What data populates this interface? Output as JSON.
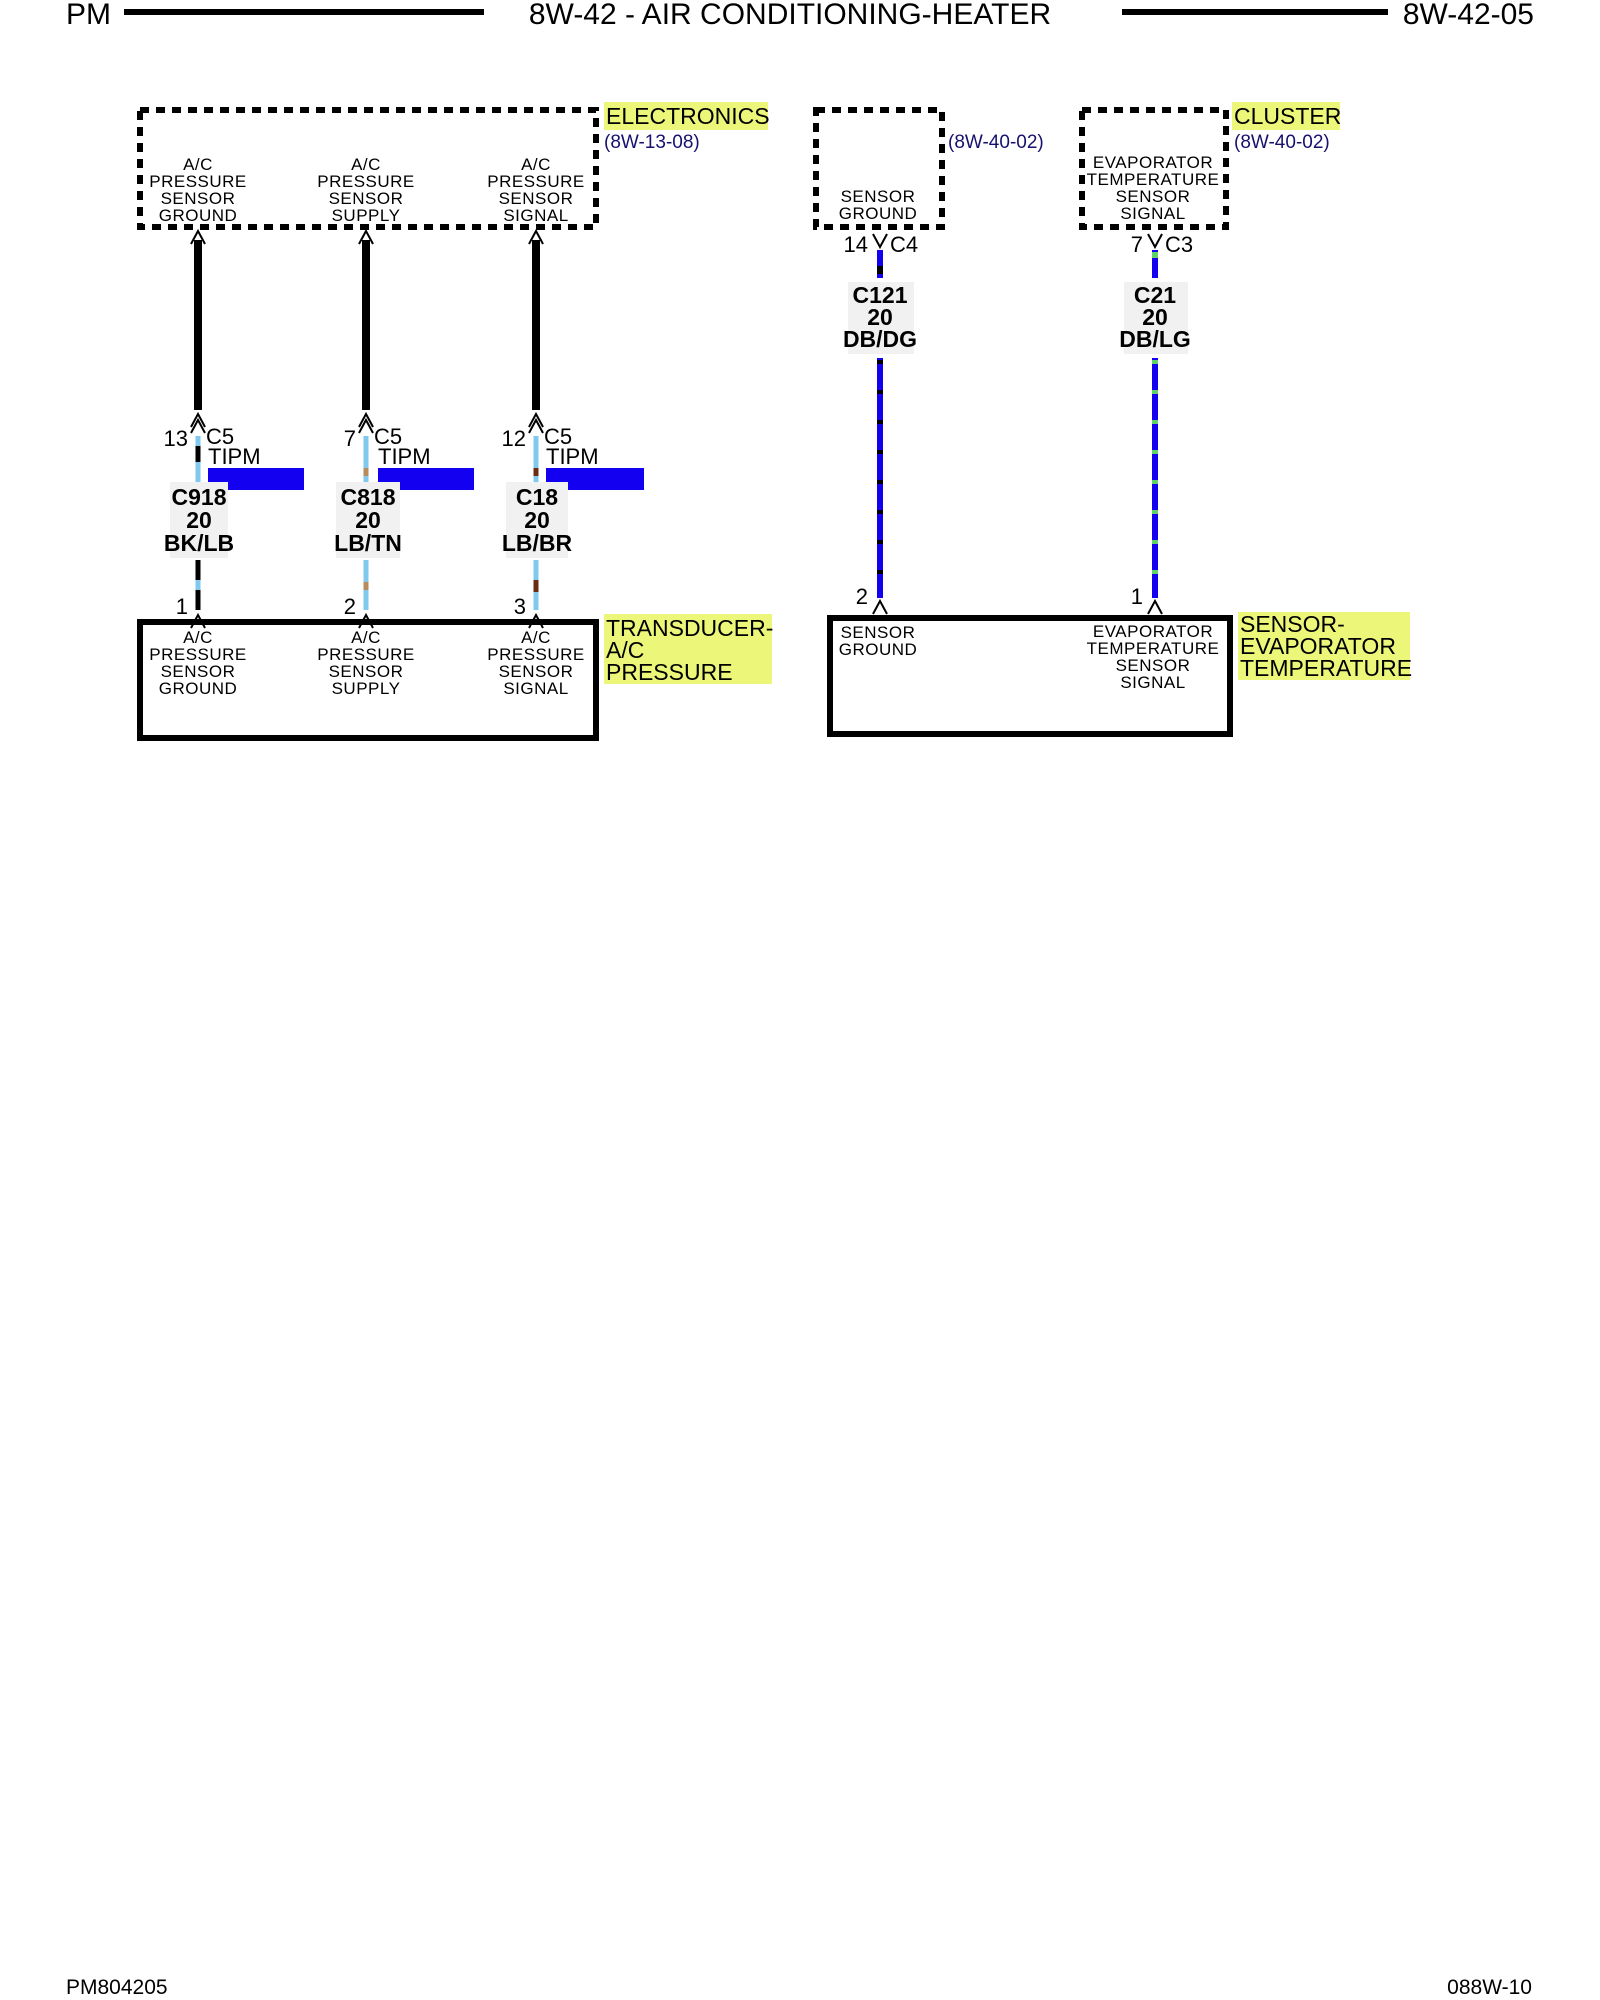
{
  "header": {
    "left": "PM",
    "title": "8W-42 - AIR CONDITIONING-HEATER",
    "right": "8W-42-05"
  },
  "footer": {
    "left": "PM804205",
    "right": "088W-10"
  },
  "colors": {
    "highlight": "#ecf77a",
    "wire_black": "#000000",
    "wire_blue": "#1400f0",
    "wire_light_blue": "#7fc8ee",
    "ref_text": "#17116e"
  },
  "components": {
    "electronics": {
      "name": "ELECTRONICS",
      "ref": "(8W-13-08)"
    },
    "cluster_c4": {
      "ref": "(8W-40-02)"
    },
    "cluster": {
      "name": "CLUSTER",
      "ref": "(8W-40-02)"
    },
    "transducer": {
      "name_line1": "TRANSDUCER-",
      "name_line2": "A/C",
      "name_line3": "PRESSURE"
    },
    "evap_sensor": {
      "name_line1": "SENSOR-",
      "name_line2": "EVAPORATOR",
      "name_line3": "TEMPERATURE"
    }
  },
  "pin_labels": {
    "ac": "A/C",
    "pressure": "PRESSURE",
    "sensor": "SENSOR",
    "ground": "GROUND",
    "supply": "SUPPLY",
    "signal": "SIGNAL",
    "evaporator": "EVAPORATOR",
    "temperature": "TEMPERATURE"
  },
  "circuits": [
    {
      "top_pin": "13",
      "top_conn": "C5",
      "module": "TIPM",
      "circuit": "C918",
      "gauge": "20",
      "color": "BK/LB",
      "bottom_pin": "1"
    },
    {
      "top_pin": "7",
      "top_conn": "C5",
      "module": "TIPM",
      "circuit": "C818",
      "gauge": "20",
      "color": "LB/TN",
      "bottom_pin": "2"
    },
    {
      "top_pin": "12",
      "top_conn": "C5",
      "module": "TIPM",
      "circuit": "C18",
      "gauge": "20",
      "color": "LB/BR",
      "bottom_pin": "3"
    },
    {
      "top_pin": "14",
      "top_conn": "C4",
      "circuit": "C121",
      "gauge": "20",
      "color": "DB/DG",
      "bottom_pin": "2"
    },
    {
      "top_pin": "7",
      "top_conn": "C3",
      "circuit": "C21",
      "gauge": "20",
      "color": "DB/LG",
      "bottom_pin": "1"
    }
  ]
}
